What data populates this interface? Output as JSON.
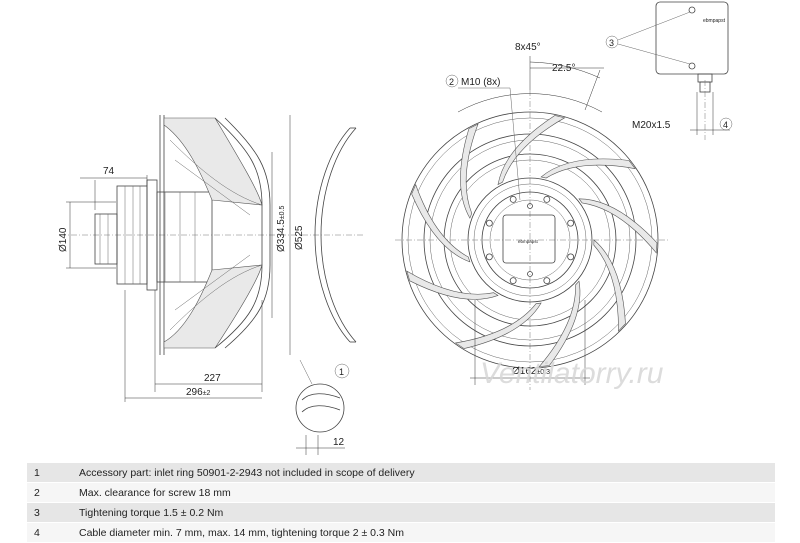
{
  "side_view": {
    "dim_74": "74",
    "dim_140": "Ø140",
    "dim_334": "Ø334.5",
    "dim_334_tol": "±0.5",
    "dim_525": "Ø525",
    "dim_227": "227",
    "dim_296": "296",
    "dim_296_tol": "±2",
    "dim_12": "12",
    "callout_1": "1"
  },
  "front_view": {
    "angle_8x45": "8x45°",
    "angle_22_5": "22.5°",
    "callout_2": "2",
    "screw_label": "M10 (8x)",
    "dim_162": "Ø162",
    "dim_162_tol": "±0.3",
    "hub_brand": "ebmpapst"
  },
  "terminal_box": {
    "callout_3": "3",
    "callout_4": "4",
    "gland_label": "M20x1.5",
    "brand": "ebmpapst"
  },
  "watermark": "Ventilatorry.ru",
  "notes": [
    {
      "num": "1",
      "text": "Accessory part: inlet ring 50901-2-2943 not included in scope of delivery"
    },
    {
      "num": "2",
      "text": "Max. clearance for screw 18 mm"
    },
    {
      "num": "3",
      "text": "Tightening torque 1.5 ± 0.2 Nm"
    },
    {
      "num": "4",
      "text": "Cable diameter min. 7 mm, max. 14 mm, tightening torque 2 ± 0.3 Nm"
    }
  ]
}
